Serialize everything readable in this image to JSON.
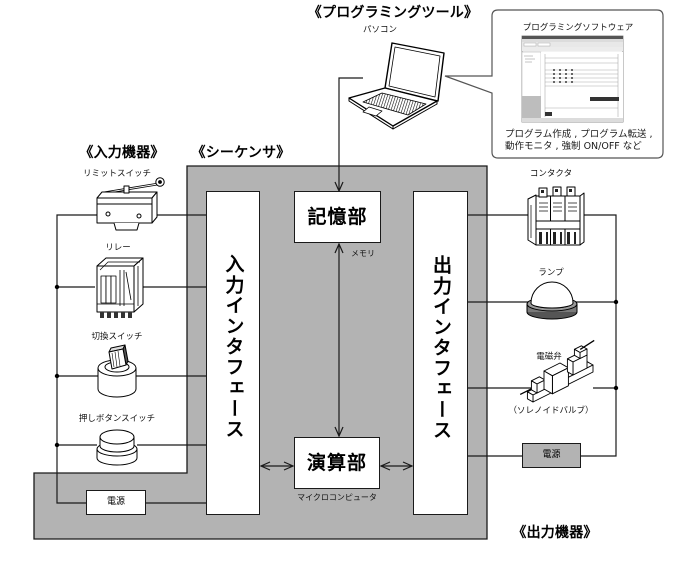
{
  "sections": {
    "programming_tool": "《プログラミングツール》",
    "input_devices": "《入力機器》",
    "sequencer": "《シーケンサ》",
    "output_devices": "《出力機器》"
  },
  "programming_tool": {
    "pc_label": "パソコン",
    "software": {
      "title": "プログラミングソフトウェア",
      "features": [
        "プログラム作成 , プログラム転送 ,",
        "動作モニタ , 強制 ON/OFF など"
      ]
    }
  },
  "sequencer": {
    "input_interface": "入力インタフェース",
    "output_interface": "出力インタフェース",
    "memory": {
      "label": "記憶部",
      "sublabel": "メモリ"
    },
    "processor": {
      "label": "演算部",
      "sublabel": "マイクロコンピュータ"
    }
  },
  "input_devices": {
    "items": [
      {
        "label": "リミットスイッチ",
        "icon": "limit-switch-icon"
      },
      {
        "label": "リレー",
        "icon": "relay-icon"
      },
      {
        "label": "切換スイッチ",
        "icon": "selector-switch-icon"
      },
      {
        "label": "押しボタンスイッチ",
        "icon": "push-button-switch-icon"
      }
    ],
    "power_supply": "電源"
  },
  "output_devices": {
    "items": [
      {
        "label": "コンタクタ",
        "icon": "contactor-icon"
      },
      {
        "label": "ランプ",
        "icon": "lamp-icon"
      },
      {
        "label": "電磁弁",
        "sublabel": "（ソレノイドバルブ）",
        "icon": "solenoid-valve-icon"
      }
    ],
    "power_supply": "電源"
  },
  "colors": {
    "sequencer_fill": "#b3b3b3",
    "output_power_fill": "#b3b3b3",
    "input_power_fill": "#ffffff",
    "lamp_base": "#7a7a7a",
    "wire": "#1a1a1a"
  }
}
